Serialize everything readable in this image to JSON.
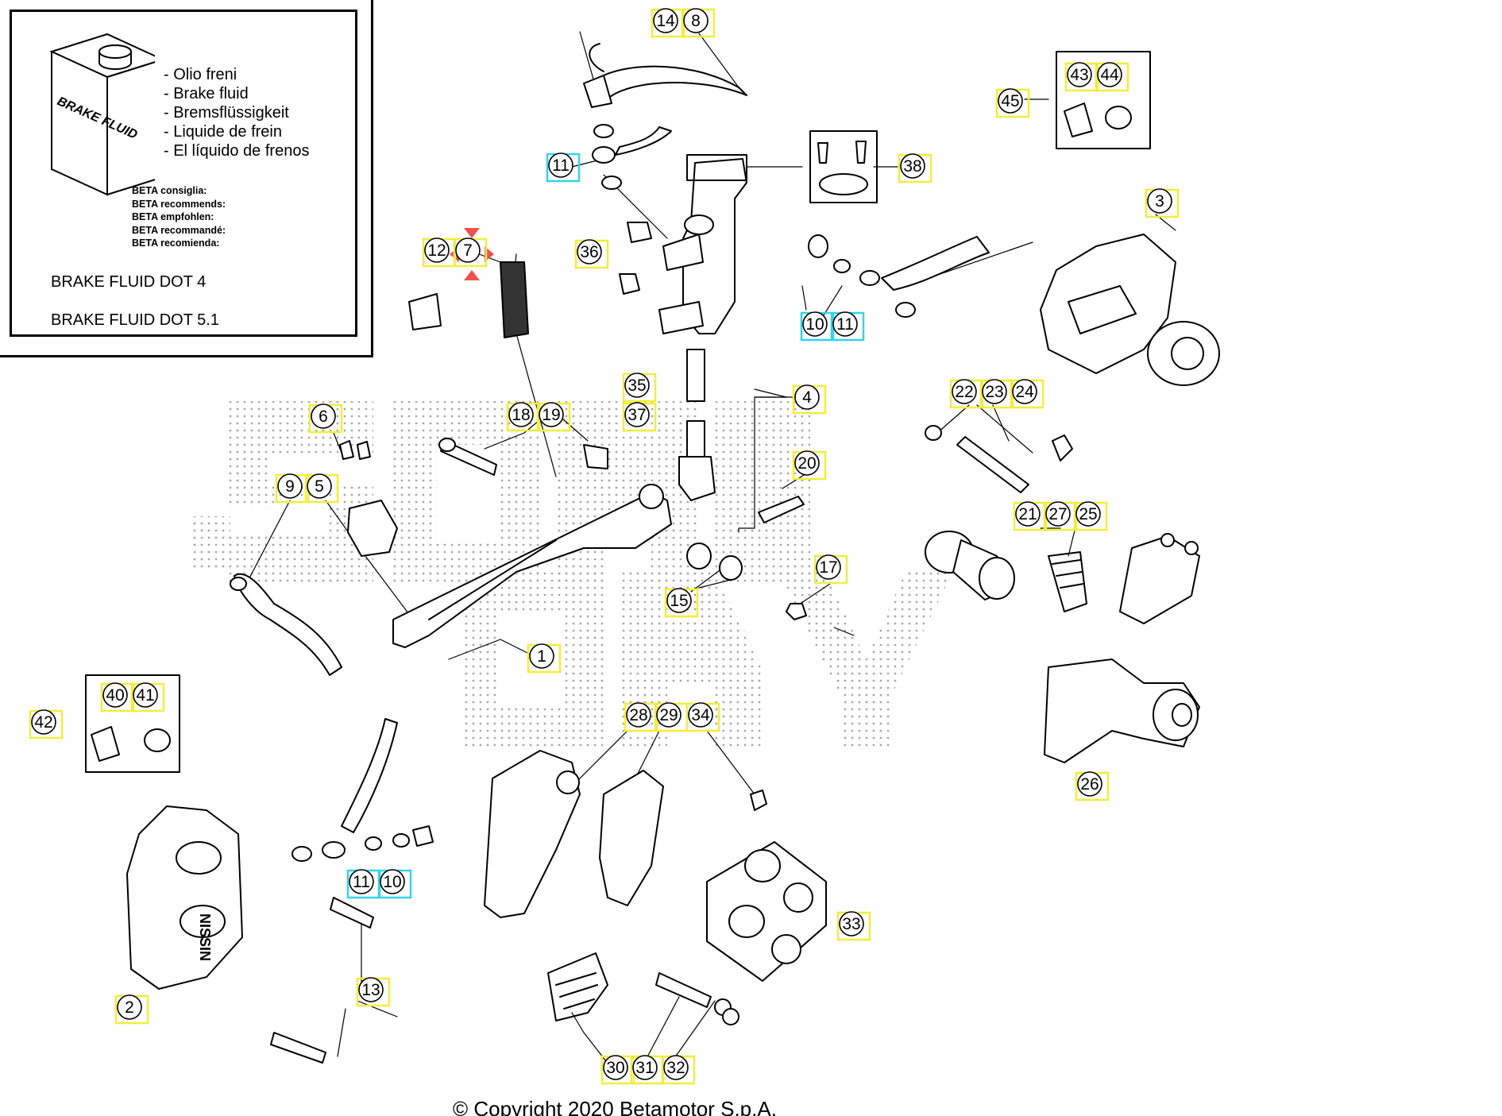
{
  "legend": {
    "can_label": "BRAKE FLUID",
    "fluid_names": [
      "- Olio freni",
      "- Brake fluid",
      "- Bremsflüssigkeit",
      "- Liquide de frein",
      "- El líquido de frenos"
    ],
    "recommends": [
      "BETA consiglia:",
      "BETA recommends:",
      "BETA empfohlen:",
      "BETA recommandé:",
      "BETA recomienda:"
    ],
    "fluid_dot4": "BRAKE FLUID DOT 4",
    "fluid_dot51": "BRAKE FLUID DOT 5.1"
  },
  "caliper_brand": "NISSIN",
  "copyright": "© Copyright 2020 Betamotor S.p.A.",
  "callouts": [
    {
      "label": "14",
      "style": "yellow"
    },
    {
      "label": "8",
      "style": "yellow"
    },
    {
      "label": "11",
      "style": "cyan"
    },
    {
      "label": "36",
      "style": "yellow"
    },
    {
      "label": "38",
      "style": "yellow"
    },
    {
      "label": "45",
      "style": "yellow"
    },
    {
      "label": "43",
      "style": "yellow"
    },
    {
      "label": "44",
      "style": "yellow"
    },
    {
      "label": "3",
      "style": "yellow"
    },
    {
      "label": "12",
      "style": "yellow"
    },
    {
      "label": "7",
      "style": "yellow"
    },
    {
      "label": "10",
      "style": "cyan"
    },
    {
      "label": "11",
      "style": "cyan"
    },
    {
      "label": "35",
      "style": "yellow"
    },
    {
      "label": "4",
      "style": "yellow"
    },
    {
      "label": "37",
      "style": "yellow"
    },
    {
      "label": "6",
      "style": "yellow"
    },
    {
      "label": "18",
      "style": "yellow"
    },
    {
      "label": "19",
      "style": "yellow"
    },
    {
      "label": "22",
      "style": "yellow"
    },
    {
      "label": "23",
      "style": "yellow"
    },
    {
      "label": "24",
      "style": "yellow"
    },
    {
      "label": "20",
      "style": "yellow"
    },
    {
      "label": "9",
      "style": "yellow"
    },
    {
      "label": "5",
      "style": "yellow"
    },
    {
      "label": "21",
      "style": "yellow"
    },
    {
      "label": "27",
      "style": "yellow"
    },
    {
      "label": "25",
      "style": "yellow"
    },
    {
      "label": "17",
      "style": "yellow"
    },
    {
      "label": "15",
      "style": "yellow"
    },
    {
      "label": "1",
      "style": "yellow"
    },
    {
      "label": "40",
      "style": "yellow"
    },
    {
      "label": "41",
      "style": "yellow"
    },
    {
      "label": "42",
      "style": "yellow"
    },
    {
      "label": "28",
      "style": "yellow"
    },
    {
      "label": "29",
      "style": "yellow"
    },
    {
      "label": "34",
      "style": "yellow"
    },
    {
      "label": "26",
      "style": "yellow"
    },
    {
      "label": "11",
      "style": "cyan"
    },
    {
      "label": "10",
      "style": "cyan"
    },
    {
      "label": "33",
      "style": "yellow"
    },
    {
      "label": "13",
      "style": "yellow"
    },
    {
      "label": "2",
      "style": "yellow"
    },
    {
      "label": "30",
      "style": "yellow"
    },
    {
      "label": "31",
      "style": "yellow"
    },
    {
      "label": "32",
      "style": "yellow"
    }
  ],
  "colors": {
    "ink": "#000000",
    "callout_box_yellow": "#f2ee3a",
    "callout_box_cyan": "#33d4ea",
    "watermark_dots": "#9a9a9a",
    "marker_red": "#f05050"
  }
}
